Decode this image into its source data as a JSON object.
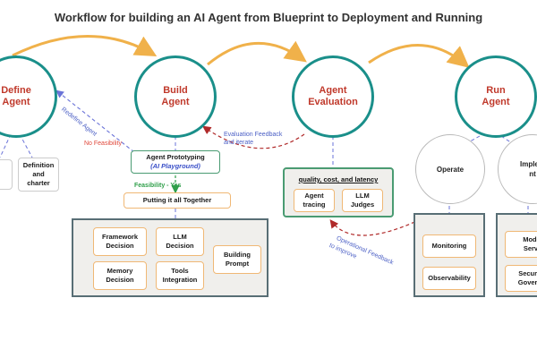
{
  "title": "Workflow for building an AI Agent from Blueprint to Deployment and Running",
  "stages": {
    "define": "Define\nAgent",
    "build": "Build\nAgent",
    "evaluation": "Agent\nEvaluation",
    "run": "Run\nAgent"
  },
  "define_side": {
    "definition": "Definition\nand\ncharter"
  },
  "build_side": {
    "prototyping": "Agent Prototyping",
    "playground": "(AI Playground)",
    "together": "Putting it all Together",
    "framework": "Framework\nDecision",
    "llm": "LLM\nDecision",
    "memory": "Memory\nDecision",
    "tools": "Tools\nIntegration",
    "prompt": "Building\nPrompt"
  },
  "evaluation_side": {
    "header": "quality, cost, and latency",
    "tracing": "Agent\ntracing",
    "judges": "LLM\nJudges"
  },
  "run_side": {
    "operate": "Operate",
    "implement": "Implem\nnt",
    "monitoring": "Monitoring",
    "observability": "Observability",
    "model_serving": "Mode\nServi",
    "security": "Security\nGoverna"
  },
  "labels": {
    "redefine": "Redefine Agent",
    "no_feasibility": "No Feasibility",
    "feasibility_yes": "Feasibility - Yes",
    "eval_feedback_1": "Evaluation Feedback",
    "eval_feedback_2": "and iterate",
    "op_feedback_1": "Operational Feedback",
    "op_feedback_2": "to improve"
  },
  "colors": {
    "stage_ring": "#1a8f8a",
    "stage_text": "#c0392b",
    "flow_arrow": "#f0b14a",
    "feedback_arrow": "#b02a2a",
    "connector": "#6a73d8",
    "green": "#4a9b72"
  }
}
